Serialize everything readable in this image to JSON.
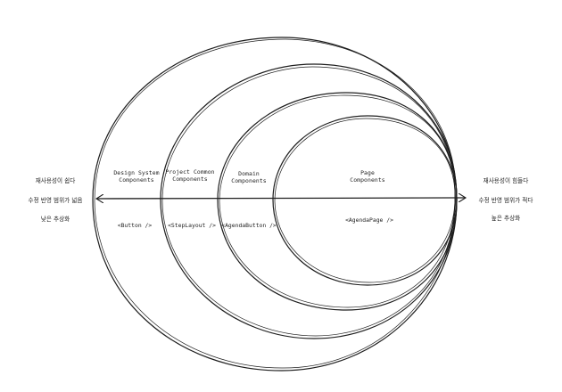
{
  "layers": [
    {
      "name": "Design System\nComponents",
      "example": "<Button />"
    },
    {
      "name": "Project Common\nComponents",
      "example": "<StepLayout />"
    },
    {
      "name": "Domain\nComponents",
      "example": "<AgendaButton />"
    },
    {
      "name": "Page\nComponents",
      "example": "<AgendaPage />"
    }
  ],
  "left_side": {
    "reuse": "재사용성이 쉽다",
    "change_scope": "수정 반영 범위가 넓음",
    "abstraction": "낮은 추상화"
  },
  "right_side": {
    "reuse": "재사용성이 힘들다",
    "change_scope": "수정 반영 범위가 적다",
    "abstraction": "높은 추상화"
  },
  "colors": {
    "stroke": "#1e1e1e",
    "background": "#ffffff"
  }
}
